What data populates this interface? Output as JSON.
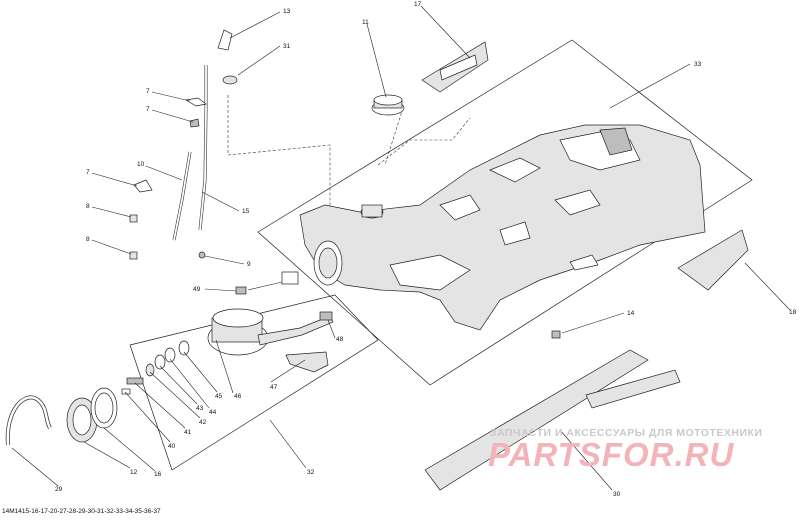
{
  "callouts": [
    {
      "id": "c13",
      "label": "13"
    },
    {
      "id": "c31",
      "label": "31"
    },
    {
      "id": "c11",
      "label": "11"
    },
    {
      "id": "c17",
      "label": "17"
    },
    {
      "id": "c33",
      "label": "33"
    },
    {
      "id": "c7a",
      "label": "7"
    },
    {
      "id": "c7b",
      "label": "7"
    },
    {
      "id": "c10",
      "label": "10"
    },
    {
      "id": "c7c",
      "label": "7"
    },
    {
      "id": "c15",
      "label": "15"
    },
    {
      "id": "c8a",
      "label": "8"
    },
    {
      "id": "c8b",
      "label": "8"
    },
    {
      "id": "c9",
      "label": "9"
    },
    {
      "id": "c49",
      "label": "49"
    },
    {
      "id": "c14",
      "label": "14"
    },
    {
      "id": "c18",
      "label": "18"
    },
    {
      "id": "c48",
      "label": "48"
    },
    {
      "id": "c47",
      "label": "47"
    },
    {
      "id": "c46",
      "label": "46"
    },
    {
      "id": "c45",
      "label": "45"
    },
    {
      "id": "c44",
      "label": "44"
    },
    {
      "id": "c43",
      "label": "43"
    },
    {
      "id": "c42",
      "label": "42"
    },
    {
      "id": "c41",
      "label": "41"
    },
    {
      "id": "c40",
      "label": "40"
    },
    {
      "id": "c16",
      "label": "16"
    },
    {
      "id": "c12",
      "label": "12"
    },
    {
      "id": "c29",
      "label": "29"
    },
    {
      "id": "c32",
      "label": "32"
    },
    {
      "id": "c30",
      "label": "30"
    }
  ],
  "drawing_code": "14M1415-16-17-20-27-28-29-30-31-32-33-34-35-36-37",
  "watermark": {
    "tagline": "ЗАПЧАСТИ И АКСЕССУАРЫ ДЛЯ МОТОТЕХНИКИ",
    "logo": "PARTSFOR.RU"
  }
}
